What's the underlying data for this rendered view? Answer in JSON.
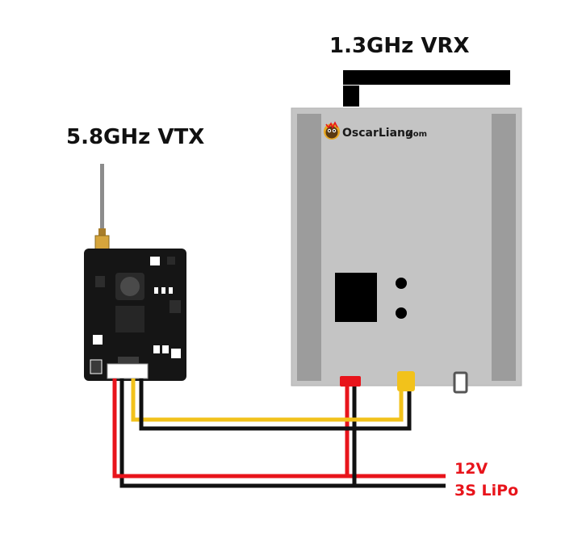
{
  "labels": {
    "vrx": "1.3GHz VRX",
    "vtx": "5.8GHz VTX",
    "power_voltage": "12V",
    "power_source": "3S LiPo"
  },
  "logo": {
    "name": "OscarLiang",
    "suffix": ".com",
    "icon": "owl-logo-icon"
  },
  "colors": {
    "wire_positive": "#e8141b",
    "wire_ground": "#111111",
    "wire_video": "#f2c21b",
    "vrx_body": "#c4c4c4",
    "vrx_rail": "#9c9c9c",
    "vtx_body": "#151515",
    "label_power": "#e8141b"
  }
}
